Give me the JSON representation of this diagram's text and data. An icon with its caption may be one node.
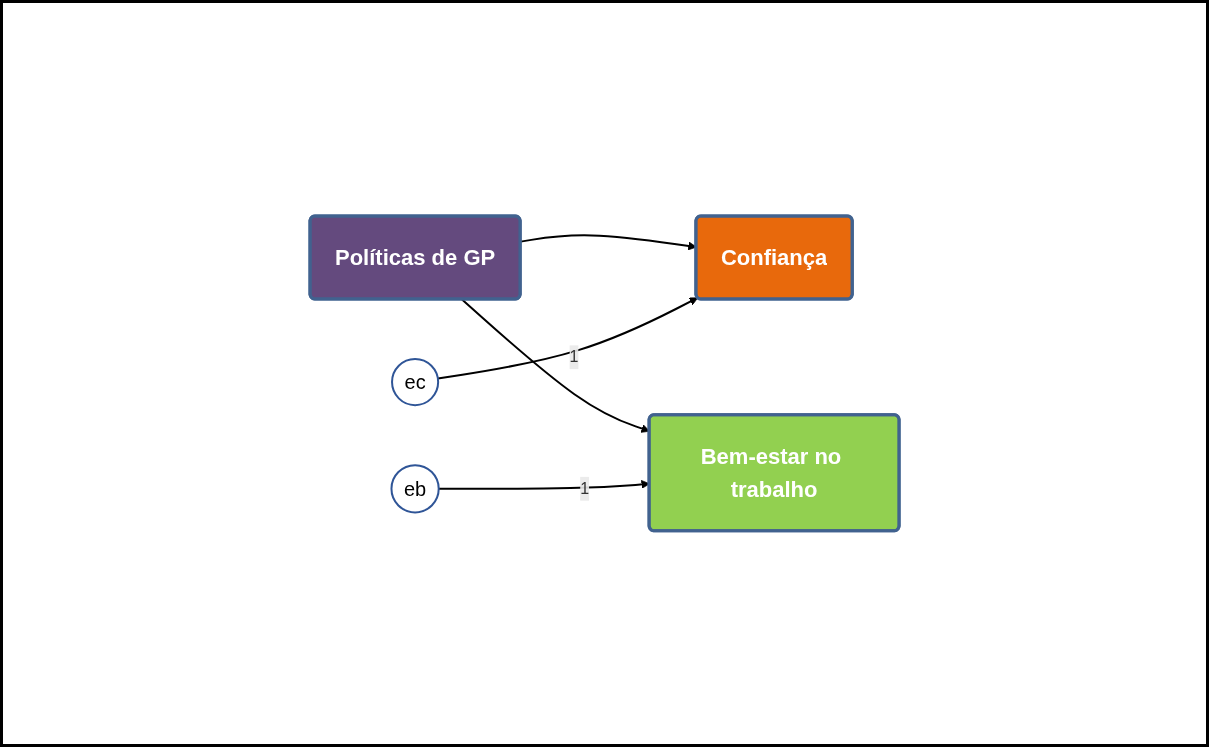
{
  "diagram": {
    "nodes": [
      {
        "text": [
          "Políticas de GP"
        ]
      },
      {
        "text": [
          "Confiança"
        ]
      },
      {
        "text": [
          "Bem-estar no trabalho"
        ]
      },
      {
        "text": [
          "ec"
        ]
      },
      {
        "text": [
          "eb"
        ]
      }
    ],
    "edges": [
      {
        "from": 0,
        "to": 1,
        "arrow": "to"
      },
      {
        "from": 0,
        "to": 2,
        "arrow": "to"
      },
      {
        "from": 3,
        "to": 1,
        "arrow": "to",
        "label": "1"
      },
      {
        "from": 4,
        "to": 2,
        "arrow": "to",
        "label": "1"
      }
    ]
  }
}
